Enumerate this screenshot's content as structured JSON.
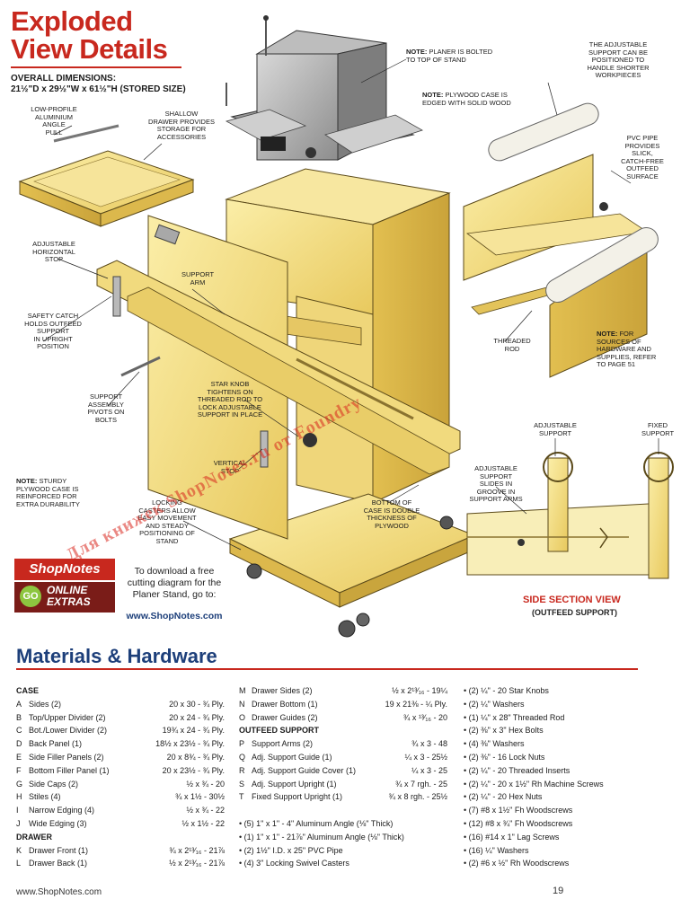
{
  "header": {
    "title_line1": "Exploded",
    "title_line2": "View Details",
    "dimensions_heading": "OVERALL DIMENSIONS:",
    "dimensions_value": "21½\"D x 29½\"W x 61½\"H (STORED SIZE)"
  },
  "callouts": {
    "angle_pull": "LOW-PROFILE\nALUMINIUM\nANGLE\nPULL",
    "drawer": "SHALLOW\nDRAWER PROVIDES\nSTORAGE FOR\nACCESSORIES",
    "note_bolted_label": "NOTE:",
    "note_bolted": "PLANER IS BOLTED\nTO TOP OF STAND",
    "note_edged_label": "NOTE:",
    "note_edged": "PLYWOOD CASE IS\nEDGED WITH SOLID WOOD",
    "adjustable_support": "THE ADJUSTABLE\nSUPPORT CAN BE\nPOSITIONED TO\nHANDLE SHORTER\nWORKPIECES",
    "pvc_pipe": "PVC PIPE\nPROVIDES\nSLICK,\nCATCH-FREE\nOUTFEED\nSURFACE",
    "horizontal_stop": "ADJUSTABLE\nHORIZONTAL\nSTOP",
    "support_arm": "SUPPORT\nARM",
    "safety_catch": "SAFETY CATCH\nHOLDS OUTFEED\nSUPPORT\nIN UPRIGHT\nPOSITION",
    "threaded_rod": "THREADED\nROD",
    "note_sources_label": "NOTE:",
    "note_sources": "FOR\nSOURCES OF\nHARDWARE AND\nSUPPLIES, REFER\nTO PAGE 51",
    "star_knob": "STAR KNOB\nTIGHTENS ON\nTHREADED ROD TO\nLOCK ADJUSTABLE\nSUPPORT IN PLACE",
    "pivots": "SUPPORT\nASSEMBLY\nPIVOTS ON\nBOLTS",
    "vertical_stop": "VERTICAL\nSTOP",
    "note_sturdy_label": "NOTE:",
    "note_sturdy": "STURDY\nPLYWOOD CASE IS\nREINFORCED FOR\nEXTRA DURABILITY",
    "casters": "LOCKING\nCASTERS ALLOW\nEASY MOVEMENT\nAND STEADY\nPOSITIONING OF\nSTAND",
    "bottom_case": "BOTTOM OF\nCASE IS DOUBLE\nTHICKNESS OF\nPLYWOOD",
    "adjustable_support_small": "ADJUSTABLE\nSUPPORT",
    "fixed_support_small": "FIXED\nSUPPORT",
    "slides_groove": "ADJUSTABLE\nSUPPORT\nSLIDES IN\nGROOVE IN\nSUPPORT ARMS"
  },
  "section_view": {
    "title": "SIDE SECTION VIEW",
    "subtitle": "(OUTFEED SUPPORT)"
  },
  "online_extras": {
    "brand": "ShopNotes",
    "badge": "GO",
    "line1": "ONLINE",
    "line2": "EXTRAS",
    "text": "To download a free cutting diagram for the Planer Stand, go to:",
    "url": "www.ShopNotes.com"
  },
  "watermark": "Для книжек ShopNotes.ru от Foundry",
  "materials": {
    "title": "Materials & Hardware",
    "col1": [
      {
        "type": "heading",
        "text": "CASE"
      },
      {
        "type": "item",
        "letter": "A",
        "name": "Sides (2)",
        "dim": "20 x 30 - ¾ Ply."
      },
      {
        "type": "item",
        "letter": "B",
        "name": "Top/Upper Divider (2)",
        "dim": "20 x 24 - ¾ Ply."
      },
      {
        "type": "item",
        "letter": "C",
        "name": "Bot./Lower Divider (2)",
        "dim": "19¾ x 24 - ¾ Ply."
      },
      {
        "type": "item",
        "letter": "D",
        "name": "Back Panel (1)",
        "dim": "18½ x 23½ - ¾ Ply."
      },
      {
        "type": "item",
        "letter": "E",
        "name": "Side Filler Panels (2)",
        "dim": "20 x 8¾ - ¾ Ply."
      },
      {
        "type": "item",
        "letter": "F",
        "name": "Bottom Filler Panel (1)",
        "dim": "20 x 23½ - ¾ Ply."
      },
      {
        "type": "item",
        "letter": "G",
        "name": "Side Caps (2)",
        "dim": "½ x ¾ - 20"
      },
      {
        "type": "item",
        "letter": "H",
        "name": "Stiles (4)",
        "dim": "¾ x 1½ - 30½"
      },
      {
        "type": "item",
        "letter": "I",
        "name": "Narrow Edging (4)",
        "dim": "½ x ¾ - 22"
      },
      {
        "type": "item",
        "letter": "J",
        "name": "Wide Edging (3)",
        "dim": "½ x 1½ - 22"
      },
      {
        "type": "heading",
        "text": "DRAWER"
      },
      {
        "type": "item",
        "letter": "K",
        "name": "Drawer Front (1)",
        "dim": "¾ x 2¹³⁄₁₆ - 21⅞"
      },
      {
        "type": "item",
        "letter": "L",
        "name": "Drawer Back (1)",
        "dim": "½ x 2¹³⁄₁₆ - 21⅞"
      }
    ],
    "col2": [
      {
        "type": "item",
        "letter": "M",
        "name": "Drawer Sides (2)",
        "dim": "½ x 2¹³⁄₁₆ - 19¼"
      },
      {
        "type": "item",
        "letter": "N",
        "name": "Drawer Bottom (1)",
        "dim": "19 x 21⅜ - ¼ Ply."
      },
      {
        "type": "item",
        "letter": "O",
        "name": "Drawer Guides (2)",
        "dim": "¾ x ¹³⁄₁₆ - 20"
      },
      {
        "type": "heading",
        "text": "OUTFEED SUPPORT"
      },
      {
        "type": "item",
        "letter": "P",
        "name": "Support Arms (2)",
        "dim": "¾ x 3 - 48"
      },
      {
        "type": "item",
        "letter": "Q",
        "name": "Adj. Support Guide (1)",
        "dim": "¼ x 3 - 25½"
      },
      {
        "type": "item",
        "letter": "R",
        "name": "Adj. Support Guide Cover (1)",
        "dim": "¼ x 3 - 25"
      },
      {
        "type": "item",
        "letter": "S",
        "name": "Adj. Support Upright (1)",
        "dim": "¾ x 7 rgh. - 25"
      },
      {
        "type": "item",
        "letter": "T",
        "name": "Fixed Support Upright (1)",
        "dim": "¾ x 8 rgh. - 25½"
      },
      {
        "type": "spacer",
        "text": ""
      },
      {
        "type": "hw",
        "text": "• (5) 1\" x 1\" - 4\" Aluminum Angle (⅛\" Thick)"
      },
      {
        "type": "hw",
        "text": "• (1) 1\" x 1\" - 21⅞\" Aluminum Angle (⅛\" Thick)"
      },
      {
        "type": "hw",
        "text": "• (2) 1½\" I.D. x 25\" PVC Pipe"
      },
      {
        "type": "hw",
        "text": "• (4) 3\" Locking Swivel Casters"
      }
    ],
    "col3": [
      "• (2) ¼\" - 20 Star Knobs",
      "• (2) ¼\" Washers",
      "• (1) ¼\" x 28\" Threaded Rod",
      "• (2) ⅜\" x 3\" Hex Bolts",
      "• (4) ⅜\" Washers",
      "• (2) ⅜\" - 16 Lock Nuts",
      "• (2) ¼\" - 20 Threaded Inserts",
      "• (2) ¼\" - 20 x 1½\" Rh Machine Screws",
      "• (2) ¼\" - 20 Hex Nuts",
      "• (7) #8 x 1½\" Fh Woodscrews",
      "• (12) #8 x ¾\" Fh Woodscrews",
      "• (16) #14 x 1\" Lag Screws",
      "• (16) ¼\" Washers",
      "• (2) #6 x ½\" Rh Woodscrews"
    ]
  },
  "footer": {
    "url": "www.ShopNotes.com",
    "page": "19"
  },
  "colors": {
    "red": "#c8281e",
    "blue": "#1d3f7a",
    "wood": "#f2de86"
  }
}
